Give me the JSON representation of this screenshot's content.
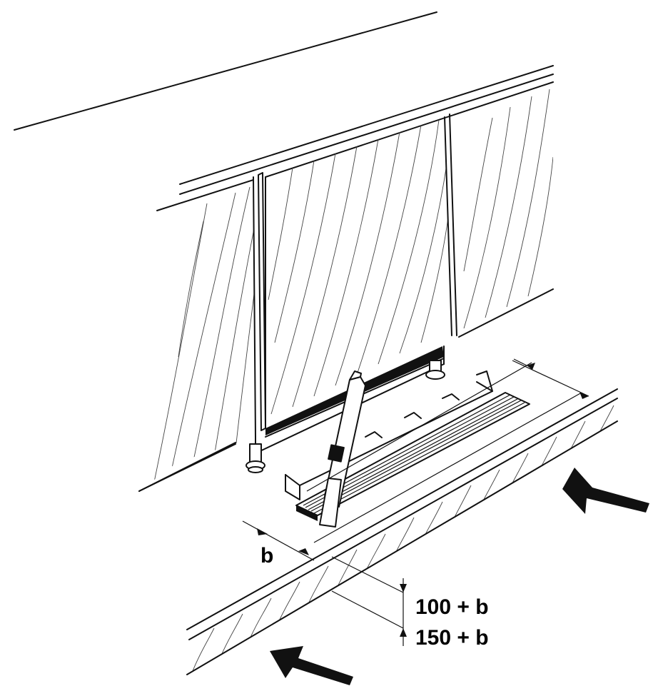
{
  "labels": {
    "b": "b",
    "upper_dimension": "100 + b",
    "lower_dimension": "150 + b"
  }
}
